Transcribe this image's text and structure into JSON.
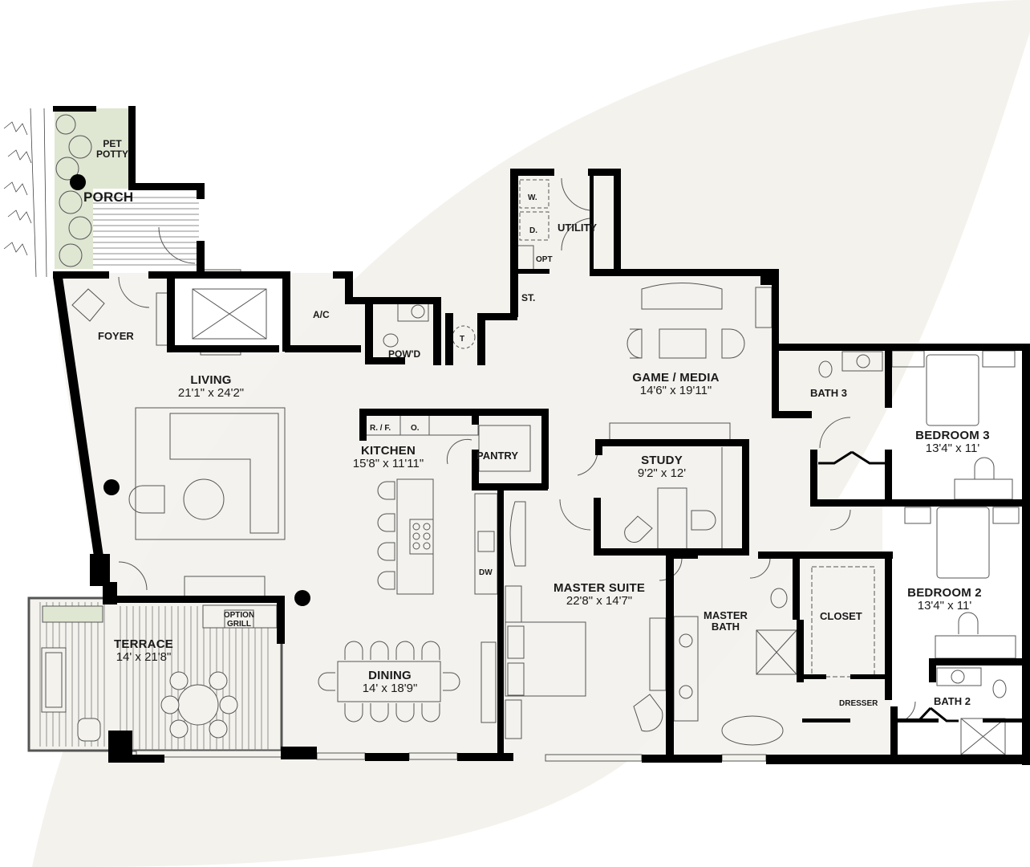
{
  "colors": {
    "background": "#ffffff",
    "leaf_shape": "#f4f2ed",
    "floor": "#f4f2ed",
    "wall": "#000000",
    "line": "#555555",
    "planting": "#dfe6d2"
  },
  "rooms": {
    "pet_potty": {
      "name": "PET\nPOTTY",
      "line1": "PET",
      "line2": "POTTY"
    },
    "porch": {
      "name": "PORCH"
    },
    "foyer": {
      "name": "FOYER"
    },
    "ac": {
      "name": "A/C"
    },
    "powder": {
      "name": "POW'D"
    },
    "trash": {
      "name": "T"
    },
    "utility": {
      "name": "UTILITY"
    },
    "washer": {
      "name": "W."
    },
    "dryer": {
      "name": "D."
    },
    "opt": {
      "name": "OPT"
    },
    "storage": {
      "name": "ST."
    },
    "living": {
      "name": "LIVING",
      "dims": "21'1\" x 24'2\""
    },
    "game_media": {
      "name": "GAME / MEDIA",
      "dims": "14'6\" x 19'11\""
    },
    "kitchen": {
      "name": "KITCHEN",
      "dims": "15'8\" x 11'11\""
    },
    "refrigerator": {
      "name": "R. / F."
    },
    "oven": {
      "name": "O."
    },
    "pantry": {
      "name": "PANTRY"
    },
    "dishwasher": {
      "name": "DW"
    },
    "study": {
      "name": "STUDY",
      "dims": "9'2\" x 12'"
    },
    "bath3": {
      "name": "BATH 3"
    },
    "bedroom3": {
      "name": "BEDROOM 3",
      "dims": "13'4\" x 11'"
    },
    "bedroom2": {
      "name": "BEDROOM 2",
      "dims": "13'4\" x 11'"
    },
    "master_suite": {
      "name": "MASTER SUITE",
      "dims": "22'8\" x 14'7\""
    },
    "master_bath": {
      "line1": "MASTER",
      "line2": "BATH"
    },
    "closet": {
      "name": "CLOSET"
    },
    "dresser": {
      "name": "DRESSER"
    },
    "bath2": {
      "name": "BATH 2"
    },
    "terrace": {
      "name": "TERRACE",
      "dims": "14' x 21'8\""
    },
    "option_grill": {
      "line1": "OPTION",
      "line2": "GRILL"
    },
    "dining": {
      "name": "DINING",
      "dims": "14' x 18'9\""
    }
  }
}
